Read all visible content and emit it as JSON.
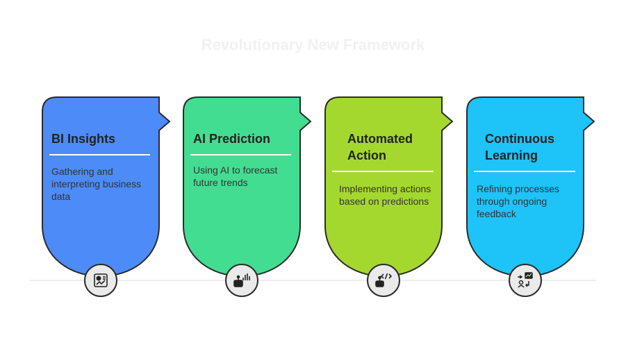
{
  "title": "Revolutionary New Framework",
  "steps": [
    {
      "title": "BI Insights",
      "description": "Gathering and interpreting business data",
      "color": "#4d8bf8",
      "icon": "chart-report-icon"
    },
    {
      "title": "AI Prediction",
      "description": "Using AI to forecast future trends",
      "color": "#43dd92",
      "icon": "robot-signal-icon"
    },
    {
      "title": "Automated Action",
      "description": "Implementing actions based on predictions",
      "color": "#a5d82f",
      "icon": "robot-code-icon"
    },
    {
      "title": "Continuous Learning",
      "description": "Refining processes through ongoing feedback",
      "color": "#1ec3f7",
      "icon": "feedback-loop-icon"
    }
  ]
}
